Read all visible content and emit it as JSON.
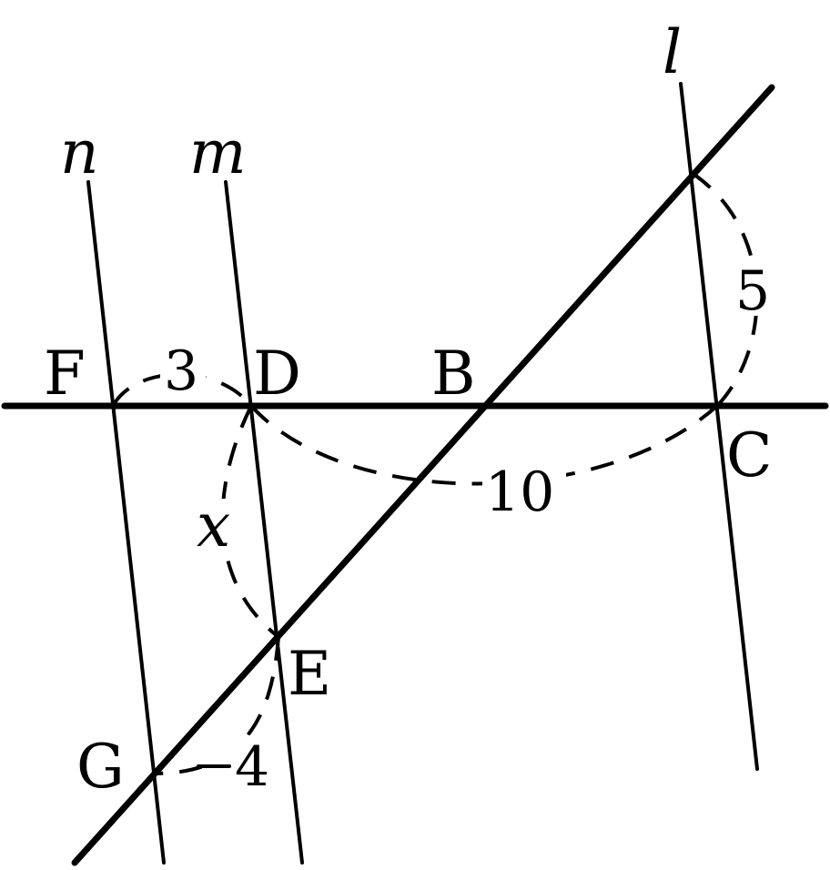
{
  "lines": {
    "n": "n",
    "m": "m",
    "l": "l"
  },
  "points": {
    "F": "F",
    "D": "D",
    "B": "B",
    "C": "C",
    "E": "E",
    "G": "G"
  },
  "measures": {
    "FD": "3",
    "DC": "10",
    "l_segment": "5",
    "DE": "x",
    "EG": "4"
  }
}
